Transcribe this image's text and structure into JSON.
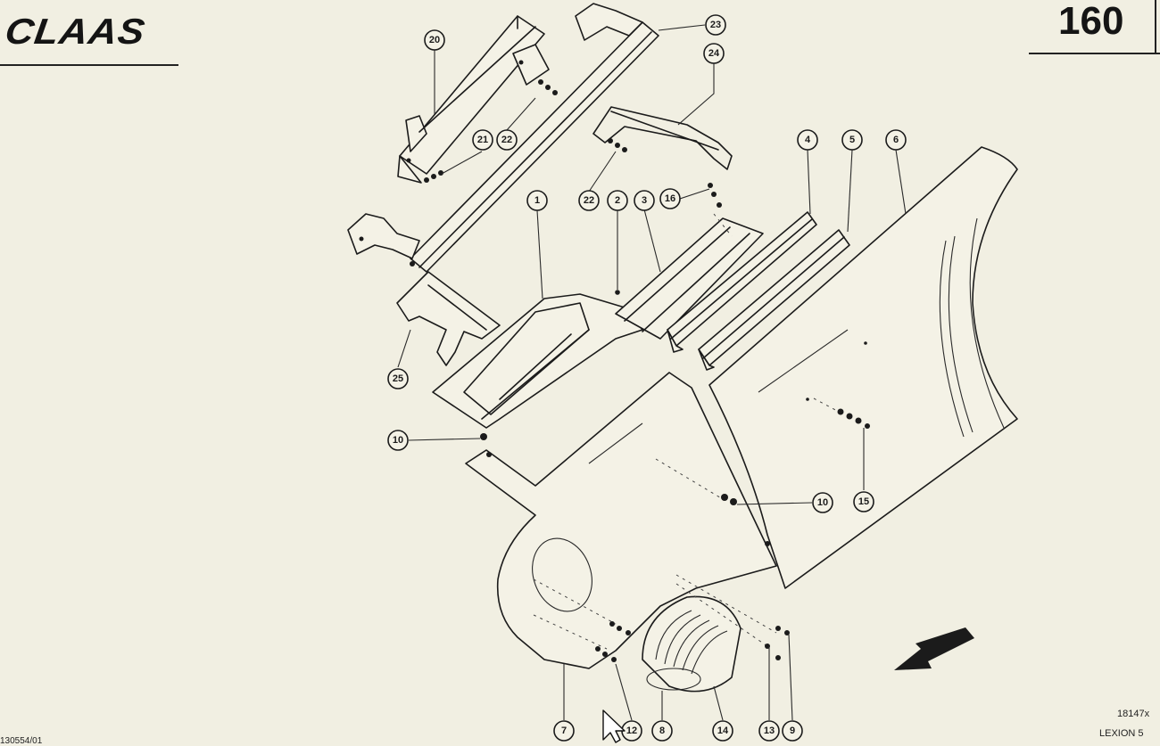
{
  "header": {
    "brand_logo": "CLAAS",
    "page_number": "160"
  },
  "footer": {
    "ref_right_top": "18147x",
    "ref_right_bottom": "LEXION 5",
    "ref_left": "130554/01"
  },
  "diagram": {
    "callouts": [
      {
        "id": "c20",
        "label": "20"
      },
      {
        "id": "c23a",
        "label": "23"
      },
      {
        "id": "c24",
        "label": "24"
      },
      {
        "id": "c21",
        "label": "21"
      },
      {
        "id": "c22a",
        "label": "22"
      },
      {
        "id": "c22b",
        "label": "22"
      },
      {
        "id": "c2",
        "label": "2"
      },
      {
        "id": "c3",
        "label": "3"
      },
      {
        "id": "c16",
        "label": "16"
      },
      {
        "id": "c1",
        "label": "1"
      },
      {
        "id": "c4",
        "label": "4"
      },
      {
        "id": "c5",
        "label": "5"
      },
      {
        "id": "c6",
        "label": "6"
      },
      {
        "id": "c25",
        "label": "25"
      },
      {
        "id": "c10a",
        "label": "10"
      },
      {
        "id": "c10b",
        "label": "10"
      },
      {
        "id": "c15",
        "label": "15"
      },
      {
        "id": "c7",
        "label": "7"
      },
      {
        "id": "c12",
        "label": "12"
      },
      {
        "id": "c8",
        "label": "8"
      },
      {
        "id": "c14",
        "label": "14"
      },
      {
        "id": "c13",
        "label": "13"
      },
      {
        "id": "c9",
        "label": "9"
      }
    ]
  }
}
